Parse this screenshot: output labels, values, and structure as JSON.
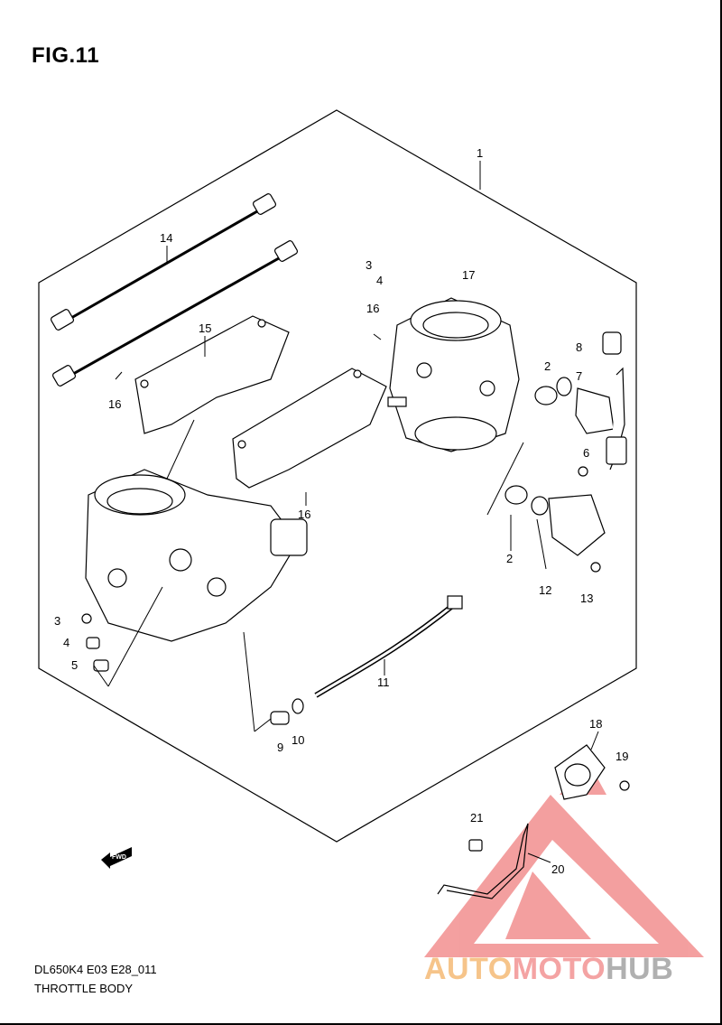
{
  "figure": {
    "title": "FIG.11"
  },
  "footer": {
    "model_code": "DL650K4 E03 E28_011",
    "section_title": "THROTTLE BODY"
  },
  "fwd_label": "FWD",
  "callouts": [
    "1",
    "2",
    "2",
    "3",
    "3",
    "4",
    "4",
    "5",
    "6",
    "7",
    "8",
    "9",
    "10",
    "11",
    "12",
    "13",
    "14",
    "15",
    "16",
    "16",
    "16",
    "17",
    "18",
    "19",
    "20",
    "21"
  ],
  "watermark": {
    "part1": "AUTO",
    "part2": "MOTO",
    "part3": "HUB",
    "logo_color": "#f08080"
  },
  "colors": {
    "line": "#000000",
    "background": "#ffffff"
  }
}
